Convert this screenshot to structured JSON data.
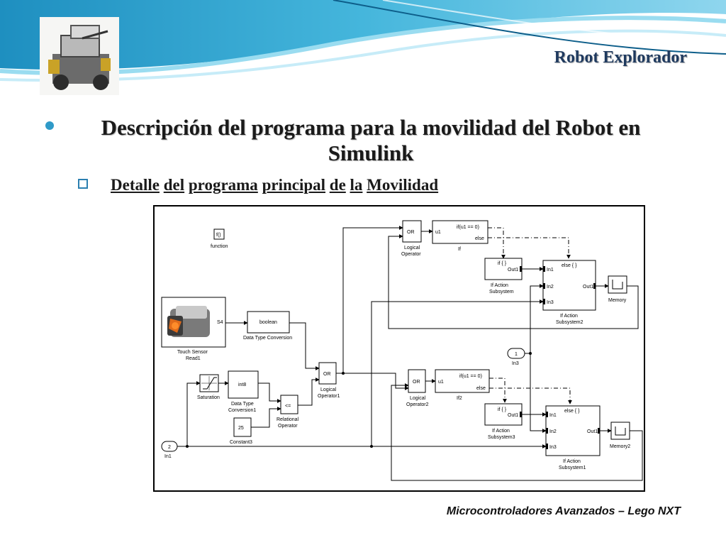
{
  "header": {
    "title": "Robot Explorador"
  },
  "main": {
    "bullet": "Descripción del programa para la movilidad del Robot en Simulink",
    "sub_bullet_words": [
      "Detalle",
      "del",
      "programa",
      "principal",
      "de",
      "la",
      "Movilidad"
    ]
  },
  "diagram": {
    "blocks": {
      "function_block": "f()",
      "function_label": "function",
      "touch_port": "S4",
      "touch_label1": "Touch Sensor",
      "touch_label2": "Read1",
      "boolean": "boolean",
      "dtc_label": "Data Type Conversion",
      "or_top": "OR",
      "logic_op_top1": "Logical",
      "logic_op_top2": "Operator",
      "or_mid": "OR",
      "logic_op_mid1": "Logical",
      "logic_op_mid2": "Operator1",
      "or_bot": "OR",
      "logic_op_bot1": "Logical",
      "logic_op_bot2": "Operator2",
      "if_top_cond": "if(u1 == 0)",
      "if_top_else": "else",
      "if_top_in": "u1",
      "if_top_label": "If",
      "if_bot_cond": "if(u1 == 0)",
      "if_bot_else": "else",
      "if_bot_in": "u1",
      "if_bot_label": "If2",
      "ifact_top_head": "if { }",
      "ifact_top_out": "Out1",
      "ifact_top_l1": "If Action",
      "ifact_top_l2": "Subsystem",
      "else_top_head": "else { }",
      "else_top_in1": "In1",
      "else_top_in2": "In2",
      "else_top_in3": "In3",
      "else_top_out": "Out1",
      "else_top_l1": "If Action",
      "else_top_l2": "Subsystem2",
      "mem_top": "Memory",
      "in3_num": "1",
      "in3_label": "In3",
      "ifact_bot_head": "if { }",
      "ifact_bot_out": "Out1",
      "ifact_bot_l1": "If Action",
      "ifact_bot_l2": "Subsystem3",
      "else_bot_head": "else { }",
      "else_bot_in1": "In1",
      "else_bot_in2": "In2",
      "else_bot_in3": "In3",
      "else_bot_out": "Out1",
      "else_bot_l1": "If Action",
      "else_bot_l2": "Subsystem1",
      "mem_bot": "Memory2",
      "saturation": "Saturation",
      "int8": "int8",
      "dtc1_l1": "Data Type",
      "dtc1_l2": "Conversion1",
      "const_val": "25",
      "const_label": "Constant3",
      "relop": "<=",
      "relop_l1": "Relational",
      "relop_l2": "Operator",
      "in1_num": "2",
      "in1_label": "In1"
    }
  },
  "footer": {
    "text": "Microcontroladores Avanzados – Lego NXT"
  },
  "colors": {
    "header_wave": "#2fa6cc",
    "bullet_dot": "#2f9ac8",
    "title_text": "#1f3a5f"
  }
}
